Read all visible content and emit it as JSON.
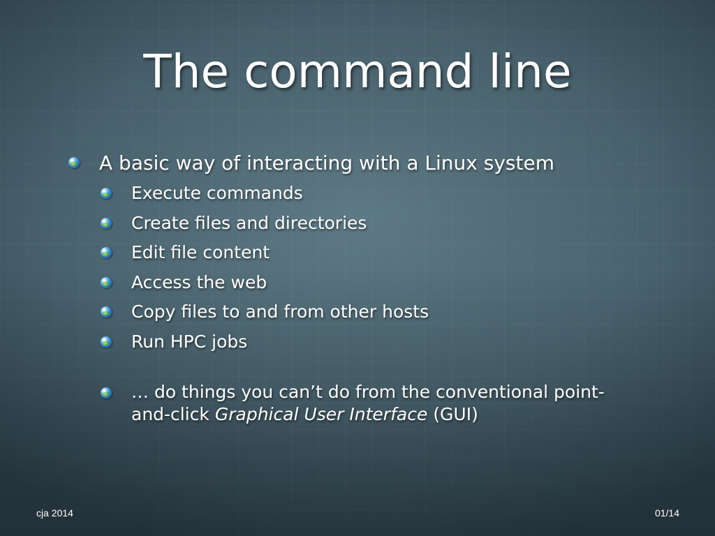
{
  "slide": {
    "title": "The command line",
    "bullet": "A basic way of interacting with a Linux system",
    "sub_bullets": [
      "Execute commands",
      "Create files and directories",
      "Edit file content",
      "Access the web",
      "Copy files to and from other hosts",
      "Run HPC jobs"
    ],
    "extra": {
      "pre": "… do things you can’t do from the conventional point-and-click ",
      "italic": "Graphical User Interface",
      "post": " (GUI)"
    },
    "footer_left": "cja 2014",
    "footer_right": "01/14",
    "bullet_icon": "globe-bullet-icon",
    "colors": {
      "background": "#4b6571",
      "text": "#ffffff"
    }
  }
}
